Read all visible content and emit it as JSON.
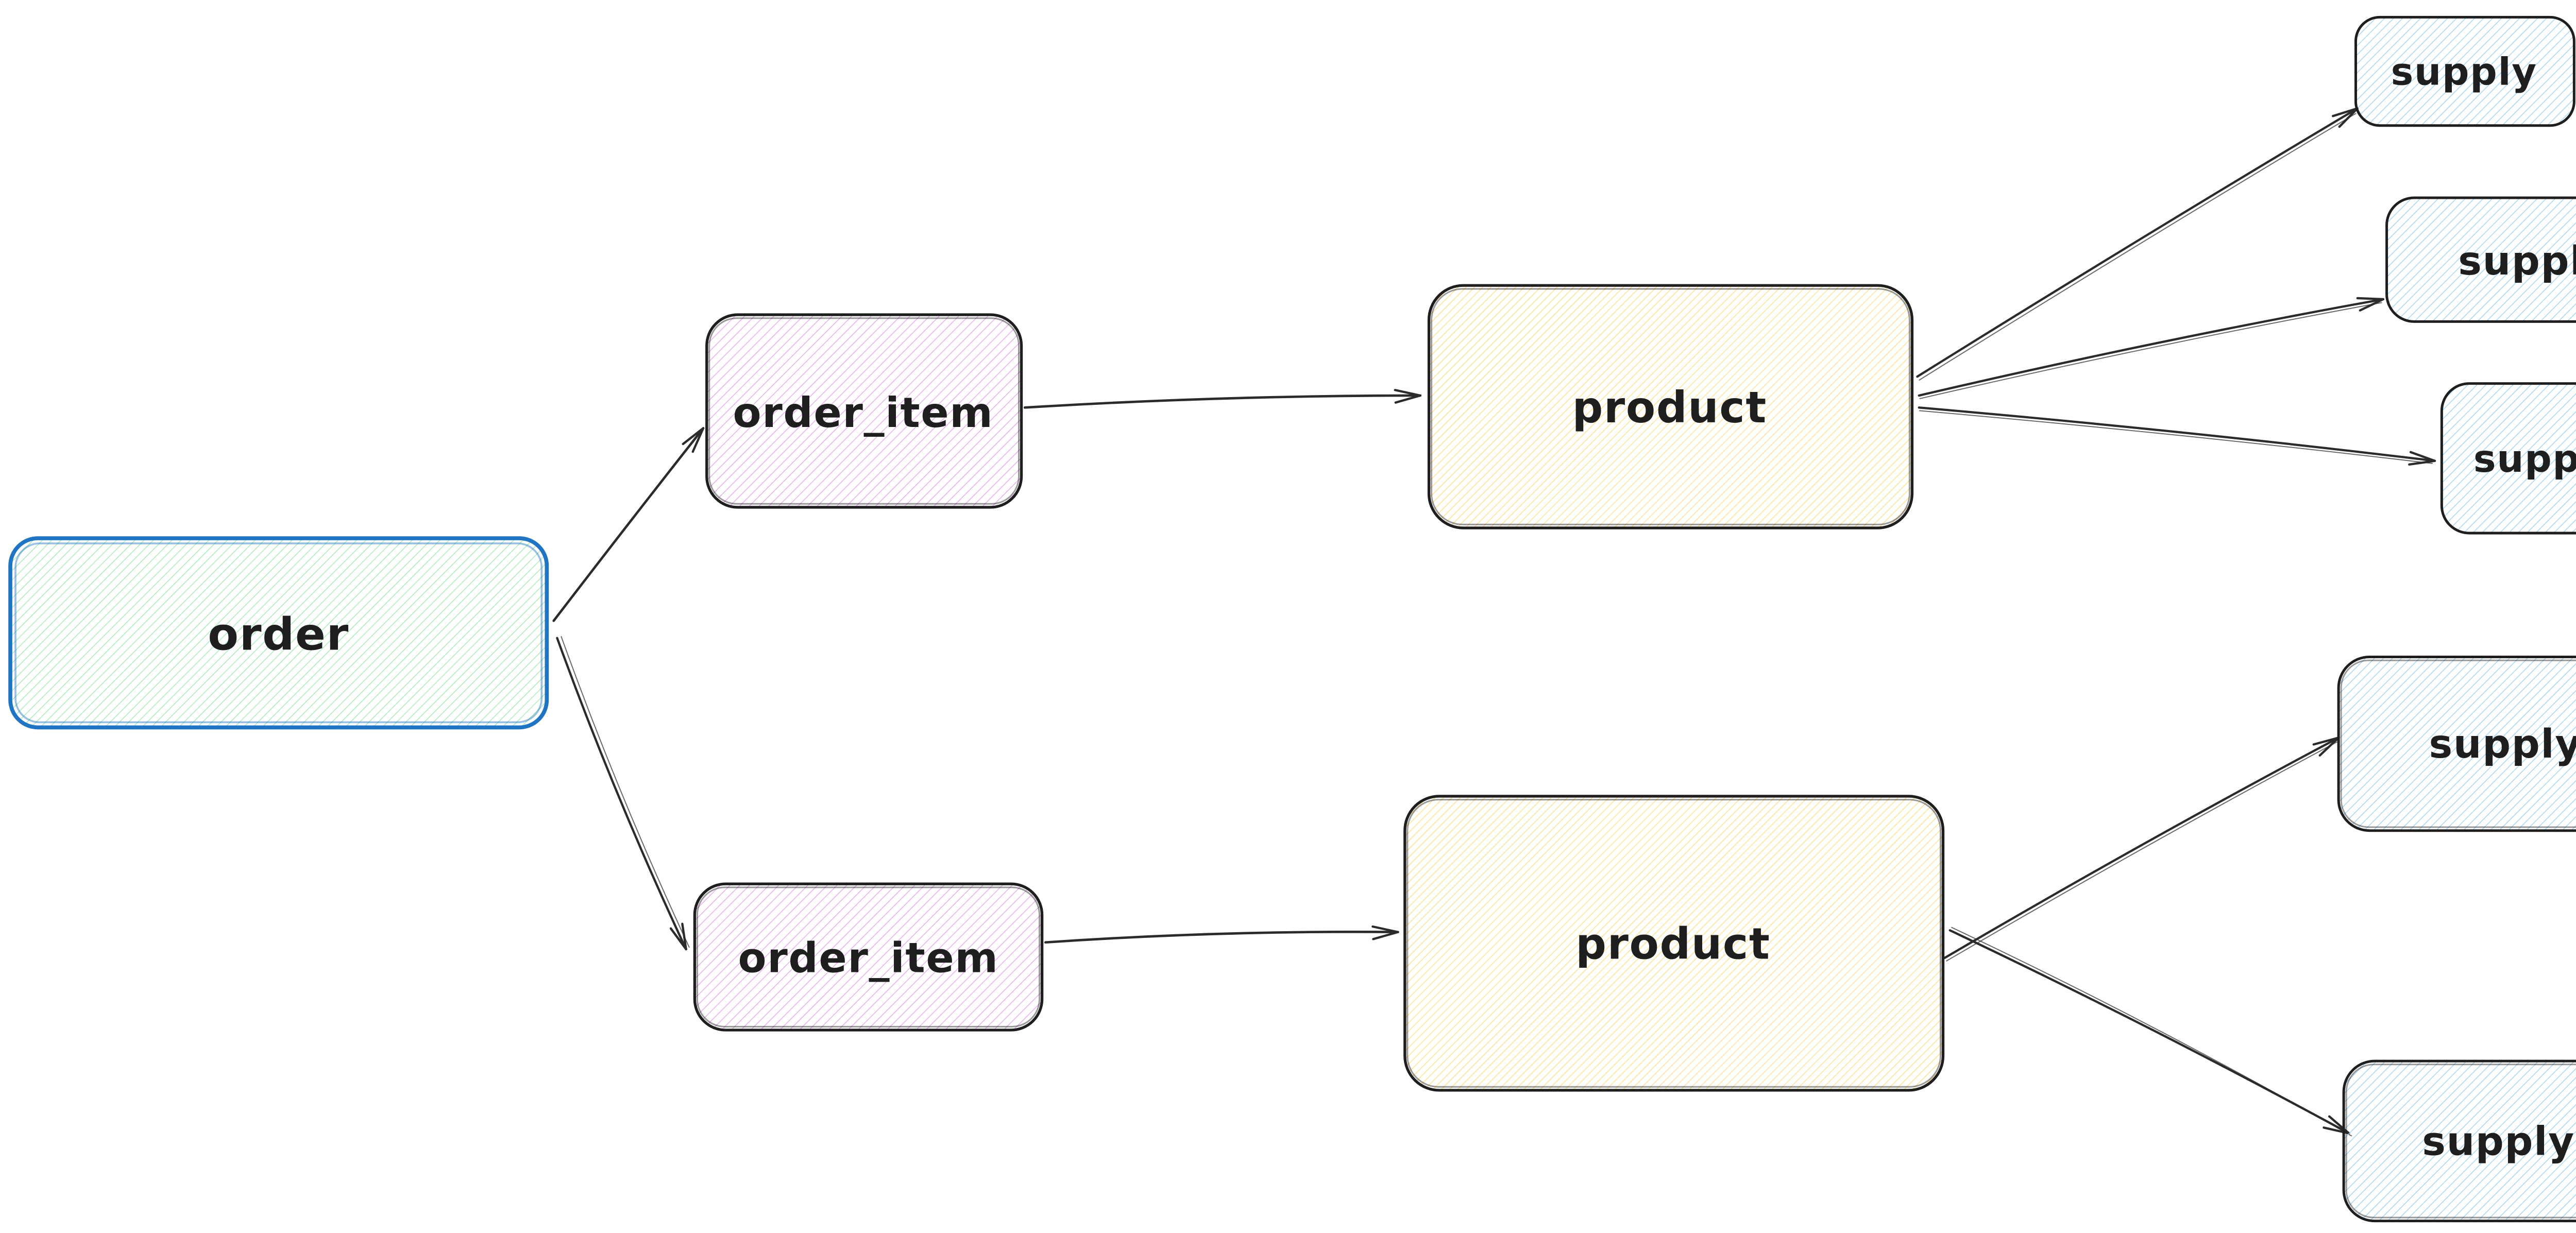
{
  "diagram": {
    "type": "flow-diagram",
    "background": "#ffffff"
  },
  "nodes": {
    "order": {
      "label": "order"
    },
    "order_item_top": {
      "label": "order_item"
    },
    "order_item_bottom": {
      "label": "order_item"
    },
    "product_top": {
      "label": "product"
    },
    "product_bottom": {
      "label": "product"
    },
    "supply_top_1": {
      "label": "supply"
    },
    "supply_top_2": {
      "label": "supply"
    },
    "supply_top_3": {
      "label": "supply"
    },
    "supply_bottom_1": {
      "label": "supply"
    },
    "supply_bottom_2": {
      "label": "supply"
    }
  },
  "edges": [
    {
      "from": "order",
      "to": "order_item_top"
    },
    {
      "from": "order",
      "to": "order_item_bottom"
    },
    {
      "from": "order_item_top",
      "to": "product_top"
    },
    {
      "from": "order_item_bottom",
      "to": "product_bottom"
    },
    {
      "from": "product_top",
      "to": "supply_top_1"
    },
    {
      "from": "product_top",
      "to": "supply_top_2"
    },
    {
      "from": "product_top",
      "to": "supply_top_3"
    },
    {
      "from": "product_bottom",
      "to": "supply_bottom_1"
    },
    {
      "from": "product_bottom",
      "to": "supply_bottom_2"
    }
  ],
  "colors": {
    "canvas_background": "#ffffff",
    "order_stroke": "#1f74c4",
    "default_stroke": "#1e1e1e",
    "arrow": "#2b2b2b",
    "text": "#1e1e1e",
    "green_hachure": "#a6ecb5",
    "violet_hachure": "#e8aaf0",
    "yellow_hachure": "#ffdf8a",
    "blue_hachure": "#a3d4f5"
  }
}
